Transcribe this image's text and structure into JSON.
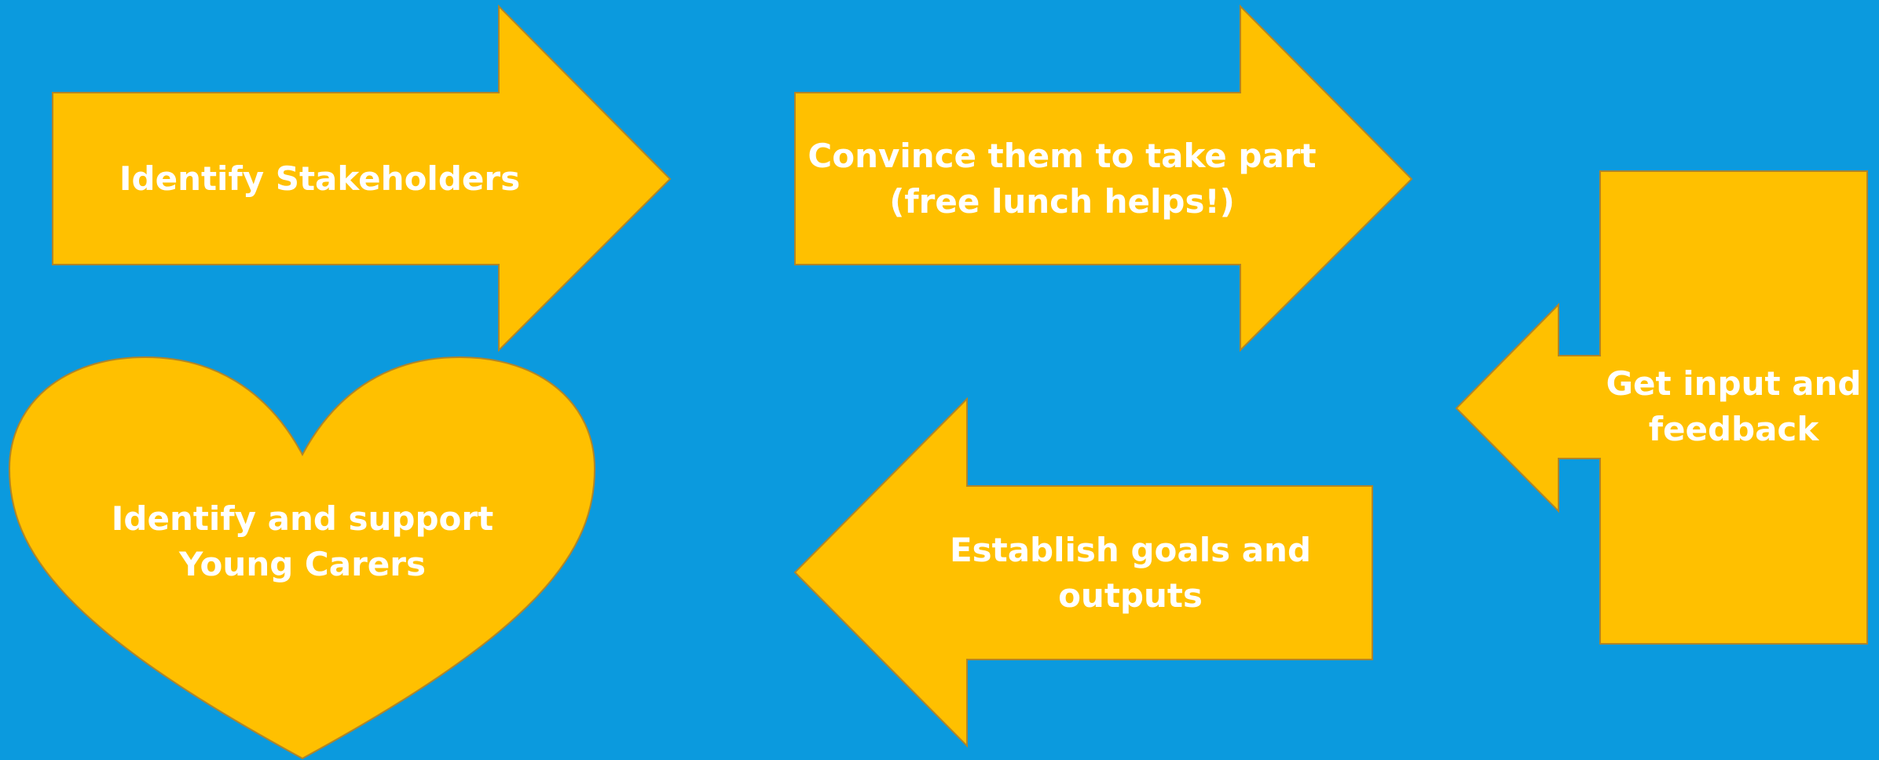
{
  "colors": {
    "background": "#0b9ade",
    "shape_fill": "#ffc000",
    "shape_stroke": "#b0852a",
    "text": "#ffffff"
  },
  "shapes": {
    "identify_stakeholders": {
      "text": "Identify Stakeholders"
    },
    "convince_them": {
      "text": "Convince them to take part\n(free lunch helps!)"
    },
    "get_input": {
      "text": "Get input and\nfeedback"
    },
    "establish_goals": {
      "text": "Establish goals and outputs"
    },
    "young_carers": {
      "text": "Identify and support\nYoung Carers"
    }
  }
}
